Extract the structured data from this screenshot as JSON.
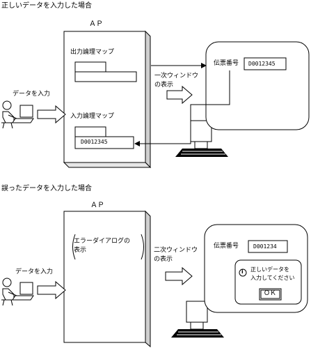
{
  "top": {
    "heading": "正しいデータを入力した場合",
    "ap_label": "ＡＰ",
    "output_map_label": "出力論理マップ",
    "input_map_label": "入力論理マップ",
    "input_value": "D0012345",
    "window_label_1": "一次ウィンドウ",
    "window_label_2": "の表示",
    "user_action": "データを入力",
    "screen_field_label": "伝票番号",
    "screen_field_value": "D0012345"
  },
  "bottom": {
    "heading": "誤ったデータを入力した場合",
    "ap_label": "ＡＰ",
    "error_dialog_label_1": "エラーダイアログの",
    "error_dialog_label_2": "表示",
    "window_label_1": "二次ウィンドウ",
    "window_label_2": "の表示",
    "user_action": "データを入力",
    "screen_field_label": "伝票番号",
    "screen_field_value": "D001234",
    "dialog_message_1": "正しいデータを",
    "dialog_message_2": "入力してください",
    "dialog_button": "ＯＫ",
    "info_glyph": "i"
  }
}
